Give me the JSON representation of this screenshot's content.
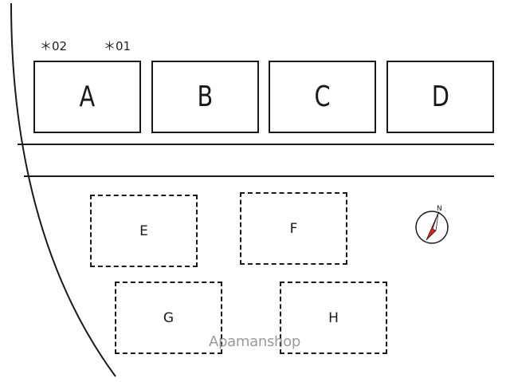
{
  "notes": [
    {
      "id": "note-02",
      "text": "＊02"
    },
    {
      "id": "note-01",
      "text": "＊01"
    }
  ],
  "spaces": {
    "a": "A",
    "b": "B",
    "c": "C",
    "d": "D",
    "e": "E",
    "f": "F",
    "g": "G",
    "h": "H"
  },
  "compass": {
    "label": "N",
    "needle_color": "#e0201b"
  },
  "watermark": "Apamanshop"
}
